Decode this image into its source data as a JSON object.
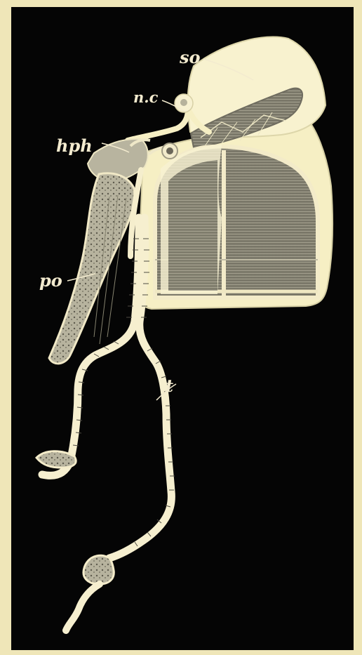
{
  "labels": {
    "so": "so",
    "nc": "n.c",
    "hph": "hph",
    "po": "po",
    "t": "t"
  },
  "colors": {
    "background": "#050505",
    "plate": "#efe6b8",
    "pale_tissue": "#f6efc4",
    "muscle_shading": "#9d9a8a",
    "label_ink": "#f3ebcf"
  }
}
